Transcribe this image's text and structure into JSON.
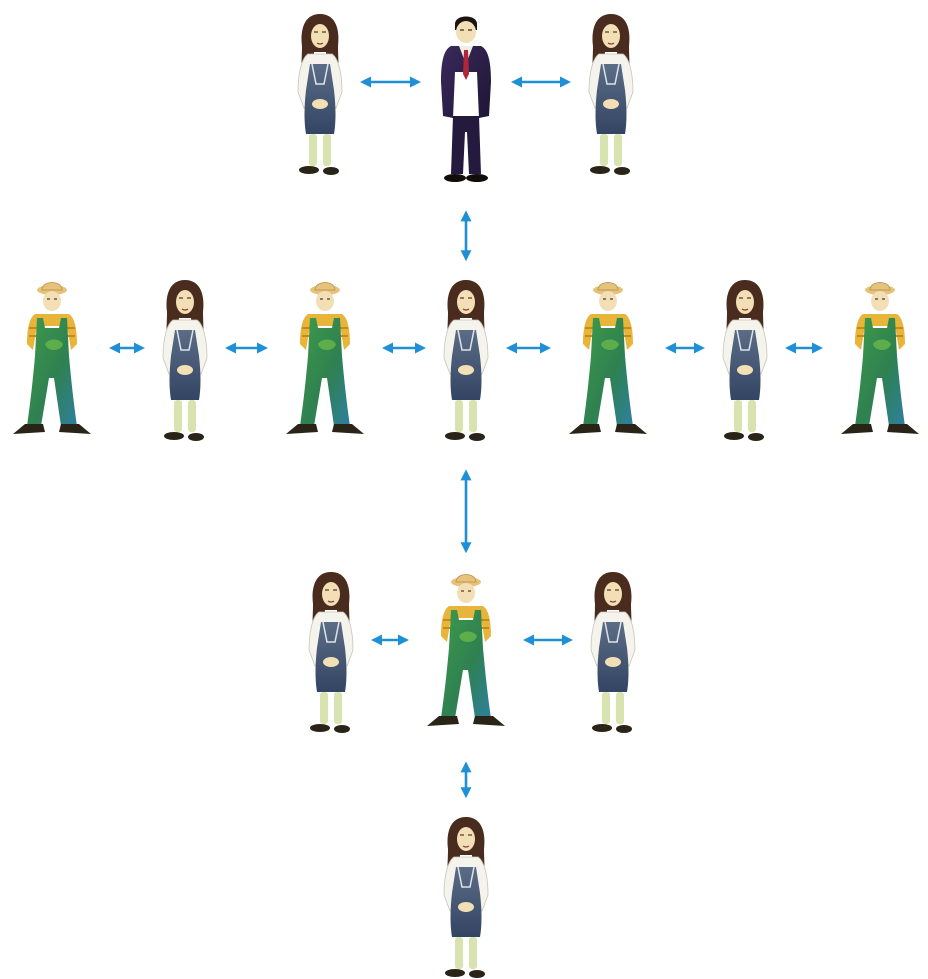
{
  "colors": {
    "background": "#ffffff",
    "arrow": "#1f8fd6",
    "skin": "#f3dfb5",
    "hair": "#4a2c1e",
    "woman_blouse": "#f4f3ec",
    "woman_apron": "#3f506f",
    "woman_legs": "#d8e3b0",
    "farmer_overalls": "#2f8a4a",
    "farmer_shirt": "#e8b43a",
    "farmer_hat": "#e6c27a",
    "suit": "#2c1f46",
    "tie": "#b0263a",
    "shoes": "#2a2418"
  },
  "figure_types": {
    "woman": "woman-in-apron-icon",
    "farmer": "farmer-in-overalls-icon",
    "businessman": "businessman-in-suit-icon"
  },
  "figures": [
    {
      "id": "top-left-woman",
      "type": "woman"
    },
    {
      "id": "top-businessman",
      "type": "businessman"
    },
    {
      "id": "top-right-woman",
      "type": "woman"
    },
    {
      "id": "row-farmer-1",
      "type": "farmer"
    },
    {
      "id": "row-woman-1",
      "type": "woman"
    },
    {
      "id": "row-farmer-2",
      "type": "farmer"
    },
    {
      "id": "center-woman",
      "type": "woman"
    },
    {
      "id": "row-farmer-3",
      "type": "farmer"
    },
    {
      "id": "row-woman-2",
      "type": "woman"
    },
    {
      "id": "row-farmer-4",
      "type": "farmer"
    },
    {
      "id": "lower-left-woman",
      "type": "woman"
    },
    {
      "id": "lower-farmer",
      "type": "farmer"
    },
    {
      "id": "lower-right-woman",
      "type": "woman"
    },
    {
      "id": "bottom-woman",
      "type": "woman"
    }
  ],
  "links": [
    {
      "from": "top-left-woman",
      "to": "top-businessman",
      "arrow": "double-headed"
    },
    {
      "from": "top-businessman",
      "to": "top-right-woman",
      "arrow": "double-headed"
    },
    {
      "from": "top-businessman",
      "to": "center-woman",
      "arrow": "double-headed"
    },
    {
      "from": "row-farmer-1",
      "to": "row-woman-1",
      "arrow": "double-headed"
    },
    {
      "from": "row-woman-1",
      "to": "row-farmer-2",
      "arrow": "double-headed"
    },
    {
      "from": "row-farmer-2",
      "to": "center-woman",
      "arrow": "double-headed"
    },
    {
      "from": "center-woman",
      "to": "row-farmer-3",
      "arrow": "double-headed"
    },
    {
      "from": "row-farmer-3",
      "to": "row-woman-2",
      "arrow": "double-headed"
    },
    {
      "from": "row-woman-2",
      "to": "row-farmer-4",
      "arrow": "double-headed"
    },
    {
      "from": "center-woman",
      "to": "lower-farmer",
      "arrow": "double-headed"
    },
    {
      "from": "lower-left-woman",
      "to": "lower-farmer",
      "arrow": "double-headed"
    },
    {
      "from": "lower-farmer",
      "to": "lower-right-woman",
      "arrow": "double-headed"
    },
    {
      "from": "lower-farmer",
      "to": "bottom-woman",
      "arrow": "double-headed"
    }
  ]
}
